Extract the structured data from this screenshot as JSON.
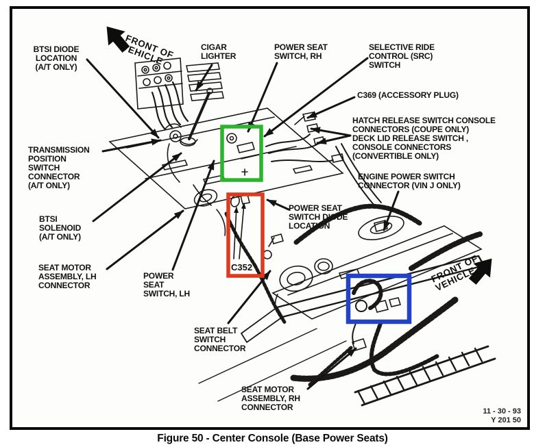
{
  "figure": {
    "caption": "Figure 50 - Center Console (Base Power Seats)",
    "revision_date": "11 - 30 - 93",
    "drawing_code": "Y 201 50"
  },
  "colors": {
    "green_box": "#2cb42c",
    "red_box": "#dd3a1e",
    "blue_box": "#2442c6",
    "line_art": "#161514"
  },
  "labels": {
    "front_of_vehicle_left": "FRONT OF\nVEHICLE",
    "front_of_vehicle_right": "FRONT OF\nVEHICLE",
    "btsi_diode": "BTSI DIODE\nLOCATION\n(A/T ONLY)",
    "cigar_lighter": "CIGAR\nLIGHTER",
    "power_seat_switch_rh": "POWER SEAT\nSWITCH, RH",
    "src_switch": "SELECTIVE RIDE\nCONTROL (SRC)\nSWITCH",
    "c369": "C369 (ACCESSORY PLUG)",
    "hatch_release": "HATCH RELEASE SWITCH CONSOLE\nCONNECTORS (COUPE ONLY)\nDECK LID RELEASE SWITCH ,\nCONSOLE CONNECTORS\n(CONVERTIBLE ONLY)",
    "transmission_position": "TRANSMISSION\nPOSITION\nSWITCH\nCONNECTOR\n(A/T ONLY)",
    "engine_power_switch": "ENGINE POWER SWITCH\nCONNECTOR (VIN J ONLY)",
    "btsi_solenoid": "BTSI\nSOLENOID\n(A/T ONLY)",
    "power_seat_diode": "POWER SEAT\nSWITCH DIODE\nLOCATION",
    "seat_motor_lh": "SEAT MOTOR\nASSEMBLY, LH\nCONNECTOR",
    "power_seat_switch_lh": "POWER\nSEAT\nSWITCH, LH",
    "c352": "C352",
    "seat_belt_switch": "SEAT BELT\nSWITCH\nCONNECTOR",
    "seat_motor_rh": "SEAT MOTOR\nASSEMBLY, RH\nCONNECTOR"
  }
}
